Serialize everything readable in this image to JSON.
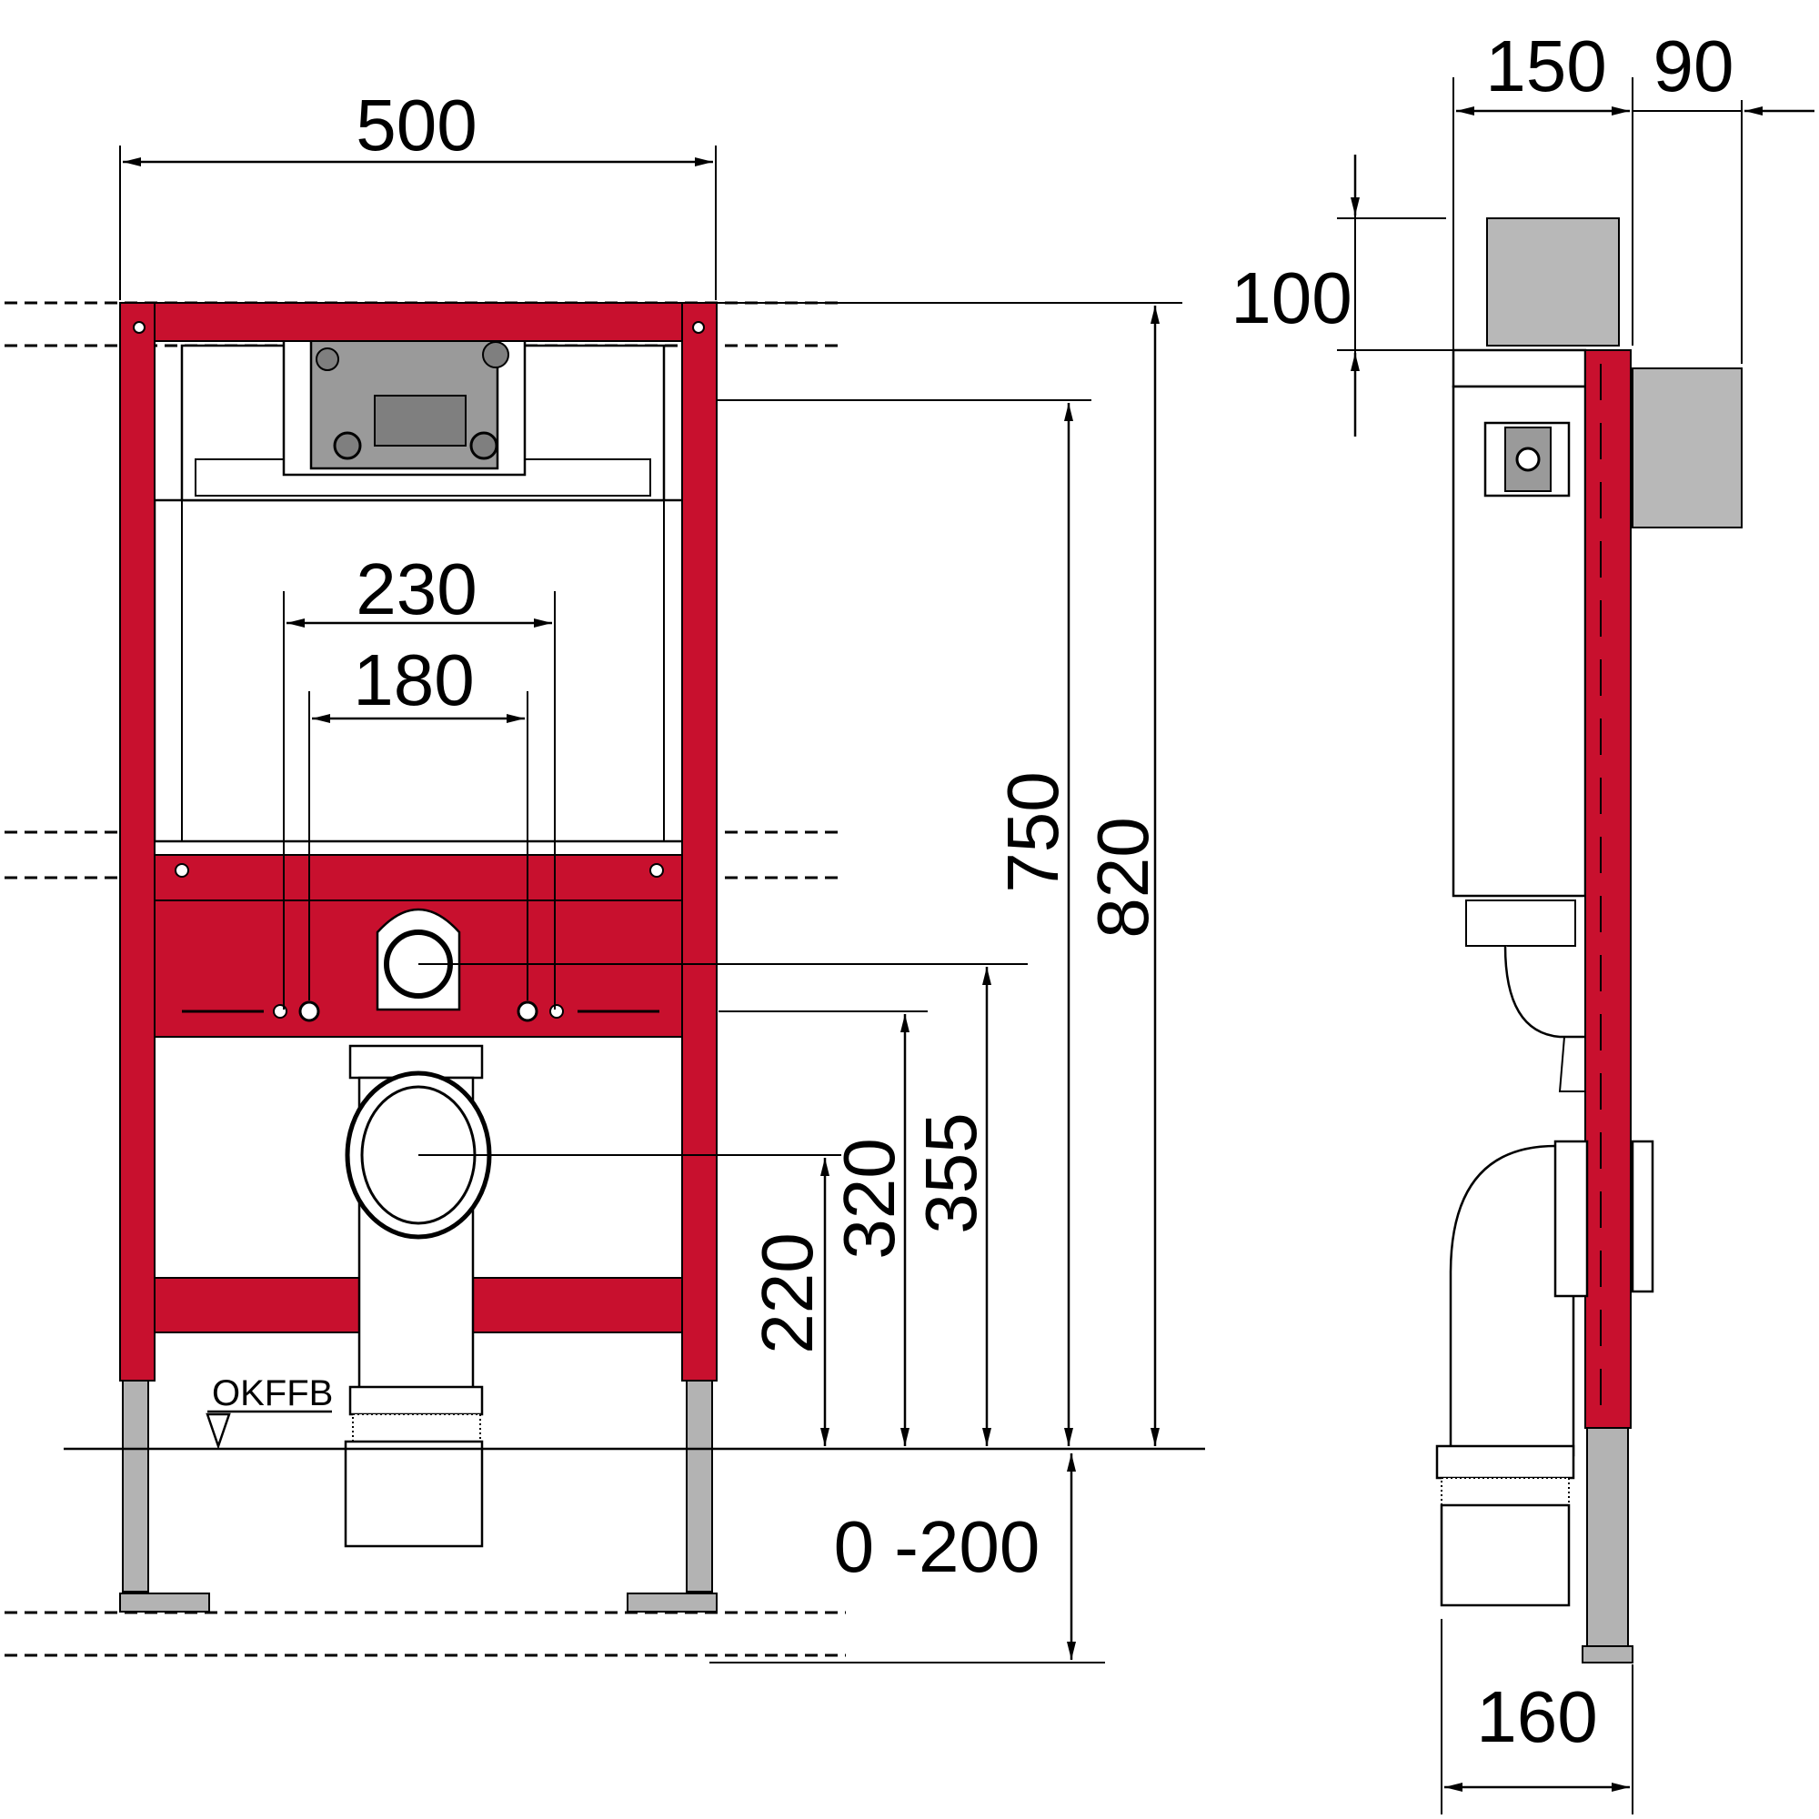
{
  "colors": {
    "frame_red": "#c8102e",
    "steel_gray": "#b3b3b3",
    "block_gray": "#b8b8b8",
    "line_black": "#000000"
  },
  "dimensions": {
    "front": {
      "width_500": "500",
      "span_230": "230",
      "span_180": "180",
      "height_750": "750",
      "height_820": "820",
      "height_355": "355",
      "height_320": "320",
      "height_220": "220",
      "range_0_200": "0 -200"
    },
    "side": {
      "depth_150": "150",
      "depth_90": "90",
      "height_100": "100",
      "depth_160": "160"
    }
  },
  "labels": {
    "floor_reference": "OKFFB"
  }
}
